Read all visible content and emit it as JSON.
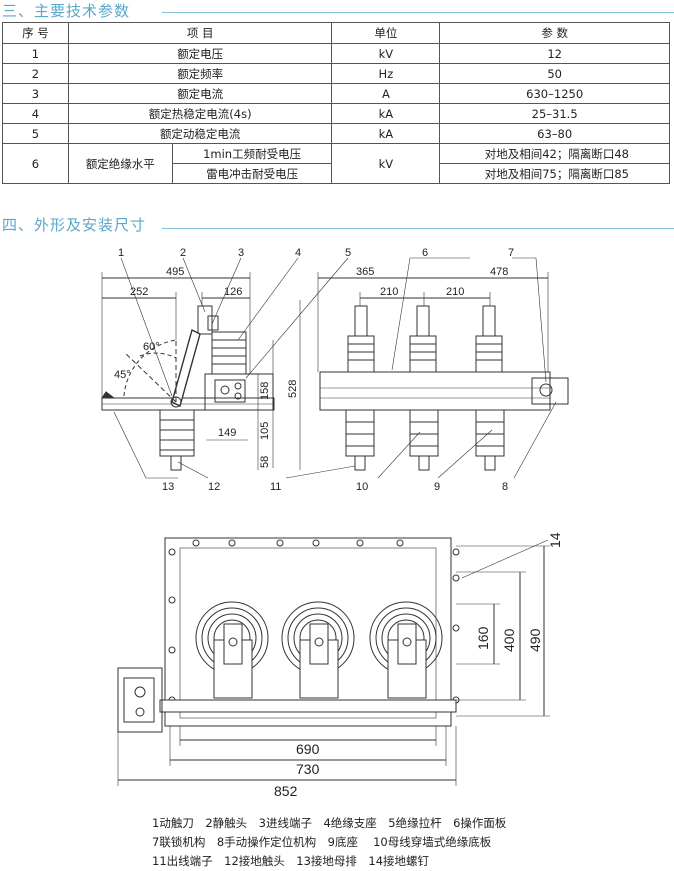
{
  "section3": {
    "title": "三、主要技术参数"
  },
  "section4": {
    "title": "四、外形及安装尺寸"
  },
  "table": {
    "headers": [
      "序 号",
      "项 目",
      "单位",
      "参 数"
    ],
    "rows": [
      {
        "no": "1",
        "item": "额定电压",
        "unit": "kV",
        "value": "12"
      },
      {
        "no": "2",
        "item": "额定频率",
        "unit": "Hz",
        "value": "50"
      },
      {
        "no": "3",
        "item": "额定电流",
        "unit": "A",
        "value": "630–1250"
      },
      {
        "no": "4",
        "item": "额定热稳定电流(4s)",
        "unit": "kA",
        "value": "25–31.5"
      },
      {
        "no": "5",
        "item": "额定动稳定电流",
        "unit": "kA",
        "value": "63–80"
      }
    ],
    "row6": {
      "no": "6",
      "item": "额定绝缘水平",
      "unit": "kV",
      "sub1": "1min工频耐受电压",
      "val1": "对地及相间42；隔离断口48",
      "sub2": "雷电冲击耐受电压",
      "val2": "对地及相间75；隔离断口85"
    }
  },
  "side_view": {
    "callouts": [
      "1",
      "2",
      "3",
      "4",
      "5",
      "6",
      "7",
      "8",
      "9",
      "10",
      "11",
      "12",
      "13"
    ],
    "dims": {
      "d495": "495",
      "d252": "252",
      "d126": "126",
      "d365": "365",
      "d478": "478",
      "d210a": "210",
      "d210b": "210",
      "d528": "528",
      "d158": "158",
      "d105": "105",
      "d58": "58",
      "d149": "149"
    },
    "angles": {
      "a60": "60°",
      "a45": "45°"
    }
  },
  "top_view": {
    "callout": "14",
    "dims": {
      "d690": "690",
      "d730": "730",
      "d852": "852",
      "d160": "160",
      "d400": "400",
      "d490": "490"
    }
  },
  "legend": {
    "line1": "1动触刀　2静触头　3进线端子　4绝缘支座　5绝缘拉杆　6操作面板",
    "line2": "7联锁机构　8手动操作定位机构　9底座　 10母线穿墙式绝缘底板",
    "line3": "11出线端子　12接地触头　13接地母排　14接地螺钉"
  }
}
